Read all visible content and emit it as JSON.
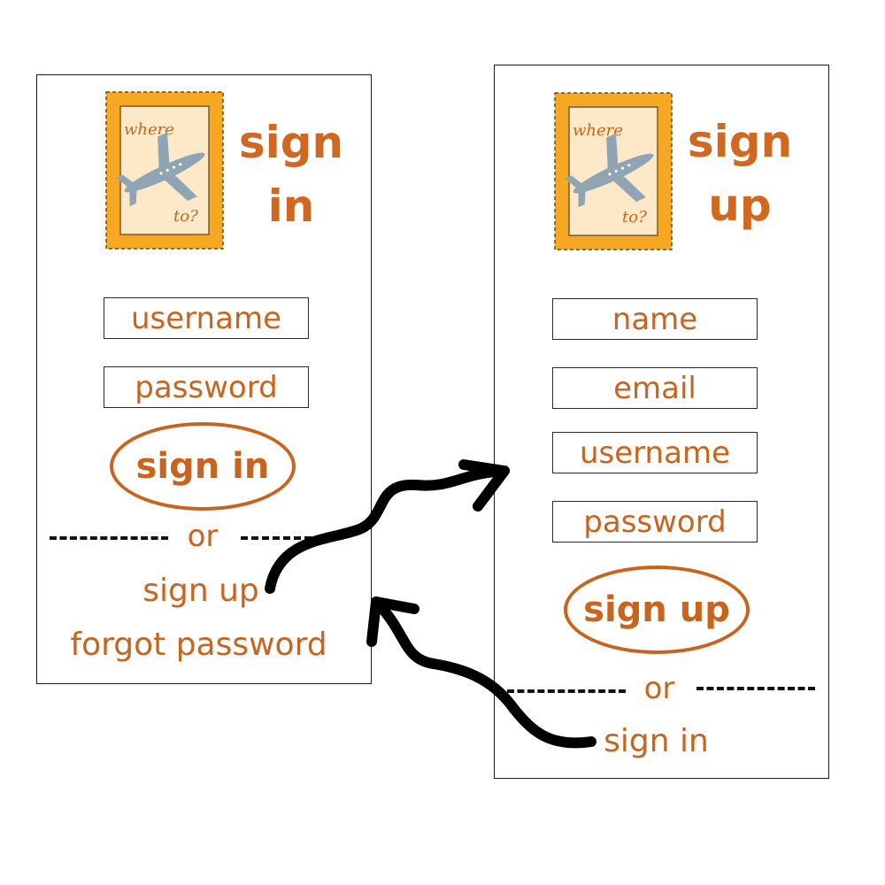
{
  "signin_screen": {
    "title_line1": "sign",
    "title_line2": "in",
    "stamp": {
      "text_top": "where",
      "text_bottom": "to?"
    },
    "username_placeholder": "username",
    "password_placeholder": "password",
    "submit_label": "sign in",
    "separator_label": "or",
    "signup_link": "sign up",
    "forgot_link": "forgot password"
  },
  "signup_screen": {
    "title_line1": "sign",
    "title_line2": "up",
    "stamp": {
      "text_top": "where",
      "text_bottom": "to?"
    },
    "name_placeholder": "name",
    "email_placeholder": "email",
    "username_placeholder": "username",
    "password_placeholder": "password",
    "submit_label": "sign up",
    "separator_label": "or",
    "signin_link": "sign in"
  },
  "colors": {
    "accent": "#c8641e",
    "stamp_frame": "#f7a823",
    "stamp_paper": "#fde9c8",
    "plane": "#8fa5b3",
    "arrow": "#000000"
  },
  "icons": [
    "postage-stamp-logo",
    "airplane-icon",
    "curved-arrow"
  ]
}
